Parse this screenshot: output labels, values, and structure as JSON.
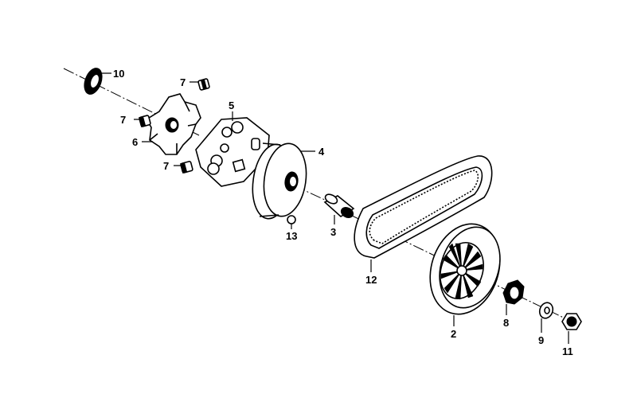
{
  "diagram": {
    "parts": [
      {
        "id": "part-1",
        "label": "2"
      },
      {
        "id": "part-2",
        "label": "3"
      },
      {
        "id": "part-3",
        "label": "4"
      },
      {
        "id": "part-4",
        "label": "5"
      },
      {
        "id": "part-5",
        "label": "6"
      },
      {
        "id": "part-6",
        "label": "7"
      },
      {
        "id": "part-7",
        "label": "8"
      },
      {
        "id": "part-8",
        "label": "9"
      },
      {
        "id": "part-9",
        "label": "10"
      },
      {
        "id": "part-10",
        "label": "11"
      },
      {
        "id": "part-11",
        "label": "12"
      },
      {
        "id": "part-12",
        "label": "13"
      }
    ],
    "callouts": {
      "c2": "2",
      "c3": "3",
      "c4": "4",
      "c5": "5",
      "c6": "6",
      "c7a": "7",
      "c7b": "7",
      "c7c": "7",
      "c8": "8",
      "c9": "9",
      "c10": "10",
      "c11": "11",
      "c12": "12",
      "c13": "13"
    }
  }
}
